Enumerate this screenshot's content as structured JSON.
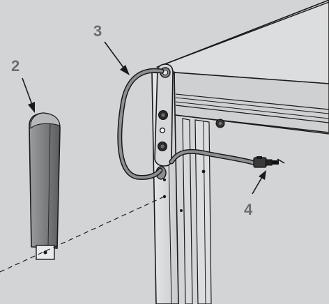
{
  "colors": {
    "background": "#d3d4d6",
    "callout_text": "#6d6e70",
    "cap": "#7a7b7d",
    "panel": "#dcdddf",
    "outline": "#1a1a1a"
  },
  "callouts": [
    {
      "id": "2",
      "label": "2"
    },
    {
      "id": "3",
      "label": "3"
    },
    {
      "id": "4",
      "label": "4"
    }
  ]
}
